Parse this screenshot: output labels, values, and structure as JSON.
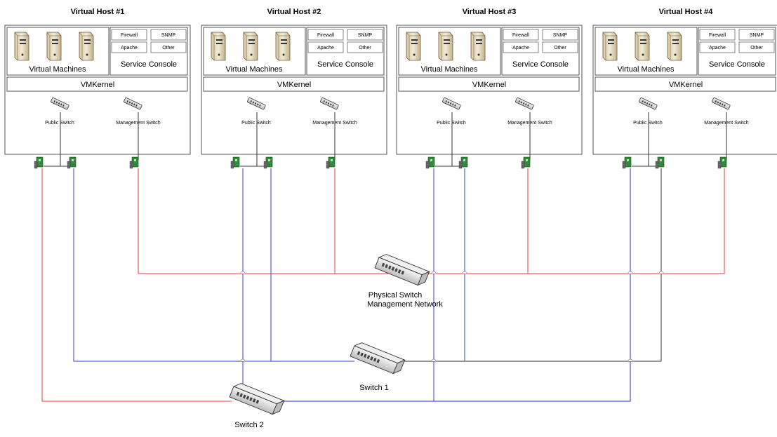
{
  "hosts": [
    {
      "title": "Virtual Host #1",
      "services": [
        "Firewall",
        "SNMP",
        "Apache",
        "Other"
      ],
      "service_console": "Service Console",
      "virtual_machines": "Virtual Machines",
      "vmkernel": "VMKernel",
      "public_switch": "Public Switch",
      "management_switch": "Management Switch"
    },
    {
      "title": "Virtual Host #2",
      "services": [
        "Firewall",
        "SNMP",
        "Apache",
        "Other"
      ],
      "service_console": "Service Console",
      "virtual_machines": "Virtual Machines",
      "vmkernel": "VMKernel",
      "public_switch": "Public Switch",
      "management_switch": "Management Switch"
    },
    {
      "title": "Virtual Host #3",
      "services": [
        "Firewall",
        "SNMP",
        "Apache",
        "Other"
      ],
      "service_console": "Service Console",
      "virtual_machines": "Virtual Machines",
      "vmkernel": "VMKernel",
      "public_switch": "Public Switch",
      "management_switch": "Management Switch"
    },
    {
      "title": "Virtual Host #4",
      "services": [
        "Firewall",
        "SNMP",
        "Apache",
        "Other"
      ],
      "service_console": "Service Console",
      "virtual_machines": "Virtual Machines",
      "vmkernel": "VMKernel",
      "public_switch": "Public Switch",
      "management_switch": "Management Switch"
    }
  ],
  "physical_switch": {
    "label_line1": "Physical Switch",
    "label_line2": "Management Network"
  },
  "switch1": {
    "label": "Switch 1"
  },
  "switch2": {
    "label": "Switch 2"
  },
  "colors": {
    "management": "#e8393c",
    "switch1": "#3a3ad8",
    "switch2_blue": "#2b2bd0",
    "switch2_red": "#e8393c",
    "dark": "#333333",
    "nic_green": "#2e8b3a"
  },
  "icons": {
    "server": "server-icon",
    "virtual_switch": "switch-icon",
    "nic": "nic-card-icon",
    "physical_switch": "physical-switch-icon"
  }
}
